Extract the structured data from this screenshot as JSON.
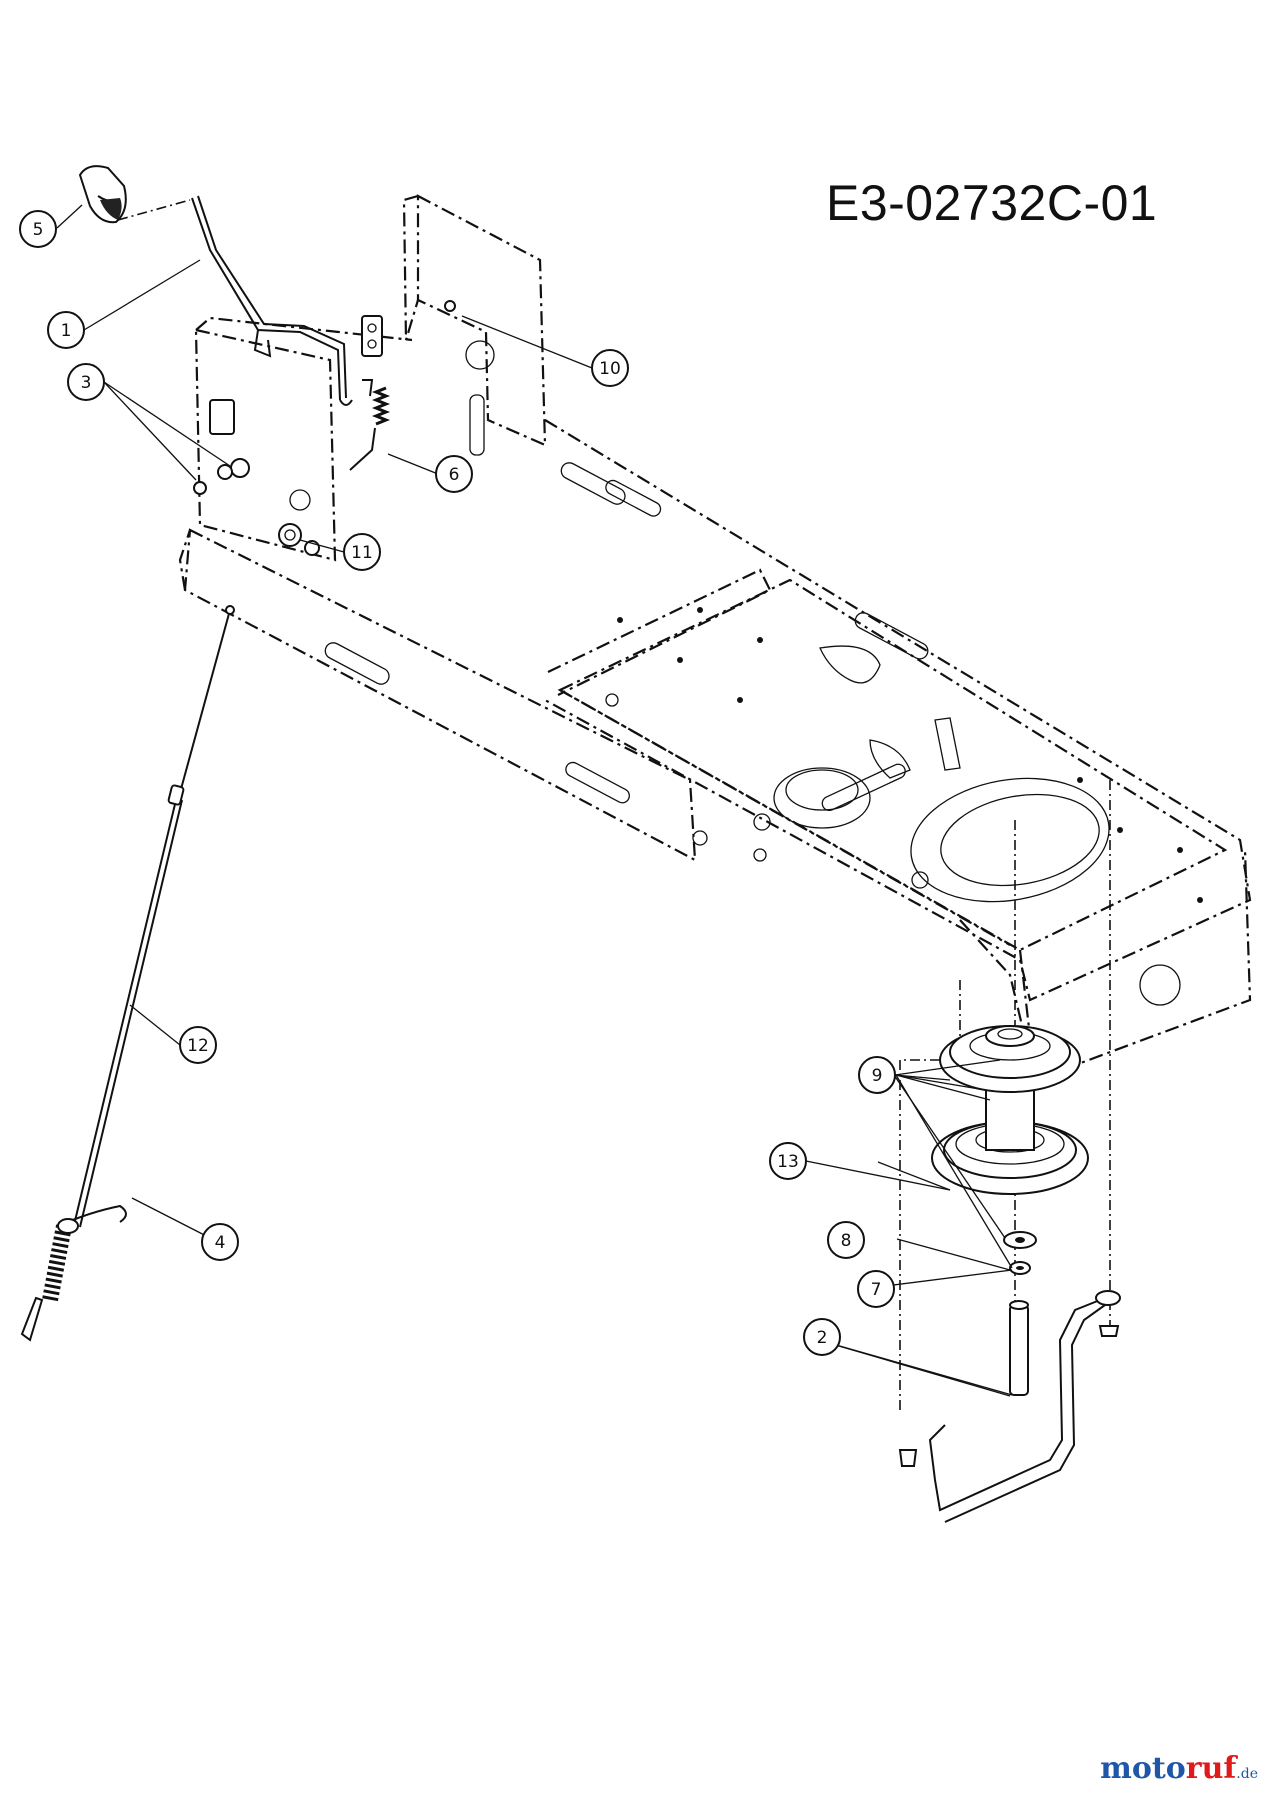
{
  "diagram": {
    "code": "E3-02732C-01",
    "callouts": [
      "1",
      "2",
      "3",
      "4",
      "5",
      "6",
      "7",
      "8",
      "9",
      "10",
      "11",
      "12",
      "13"
    ]
  },
  "watermark": {
    "part1": "moto",
    "part2": "ruf",
    "part3": ".de"
  }
}
